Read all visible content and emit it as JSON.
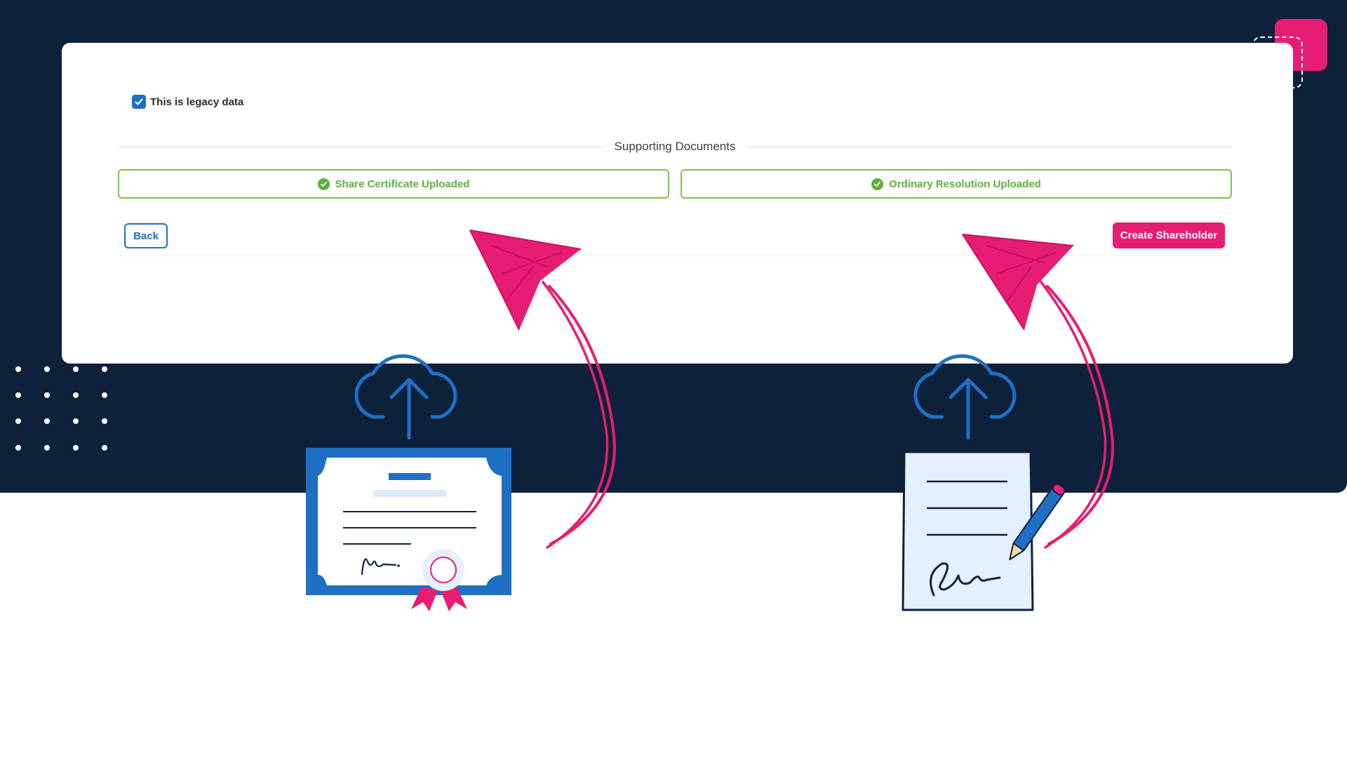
{
  "form": {
    "legacy_checkbox": {
      "label": "This is legacy data",
      "checked": true
    },
    "section_title": "Supporting Documents",
    "uploads": [
      {
        "label": "Share Certificate Uploaded",
        "status": "uploaded"
      },
      {
        "label": "Ordinary Resolution Uploaded",
        "status": "uploaded"
      }
    ],
    "back_label": "Back",
    "create_label": "Create Shareholder"
  },
  "icons": {
    "checkbox": "checkmark-icon",
    "upload_status": "check-circle-icon",
    "upload": "cloud-upload-icon",
    "certificate": "share-certificate-icon",
    "resolution": "signed-document-icon",
    "arrow": "hand-drawn-arrow-icon"
  },
  "colors": {
    "background_navy": "#0e213b",
    "accent_pink": "#e71d73",
    "primary_blue": "#1f6fc5",
    "success_green": "#5db03a"
  }
}
